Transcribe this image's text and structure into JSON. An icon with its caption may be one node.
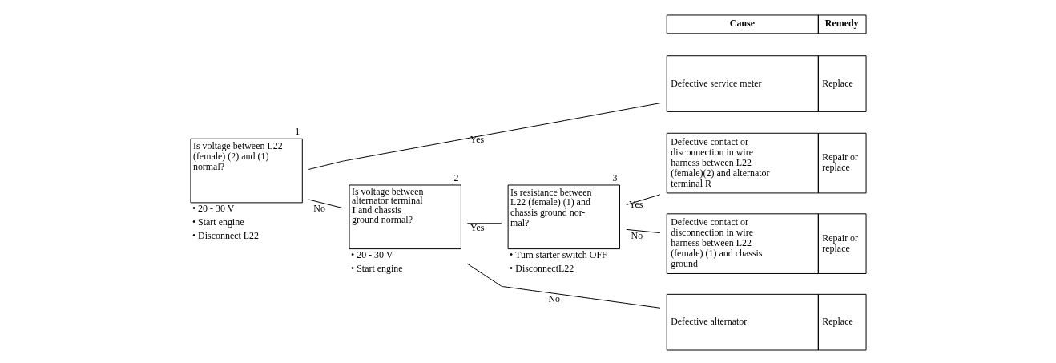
{
  "diagram": {
    "nodes": [
      {
        "text": [
          "Is voltage between L22 (female) (2) and (1) normal?"
        ],
        "beside": [
          "1",
          "• 20 - 30 V",
          "• Start engine",
          "• Disconnect L22"
        ]
      },
      {
        "text": [
          "Is voltage between alternator terminal **I** and chassis ground normal?"
        ],
        "beside": [
          "2",
          "• 20 - 30 V",
          "• Start engine"
        ]
      },
      {
        "text": [
          "Is resistance between L22 (female) (1) and chassis ground nor- mal?"
        ],
        "beside": [
          "3",
          "• Turn starter switch OFF",
          "• DisconnectL22"
        ]
      },
      {
        "text": [
          "Defective service meter",
          "Replace"
        ]
      },
      {
        "text": [
          "Defective contact or disconnection in wire harness between L22 (female)(2) and alternator terminal R",
          "Repair or replace"
        ]
      },
      {
        "text": [
          "Defective contact or disconnection in wire harness between L22 (female) (1) and chassis ground",
          "Repair or replace"
        ]
      },
      {
        "text": [
          "Defective alternator",
          "Replace"
        ]
      }
    ],
    "edges": [
      {
        "from": 0,
        "to": 3,
        "arrow": "none",
        "label": "Yes"
      },
      {
        "from": 0,
        "to": 1,
        "arrow": "none",
        "label": "No"
      },
      {
        "from": 1,
        "to": 2,
        "arrow": "none",
        "label": "Yes"
      },
      {
        "from": 2,
        "to": 4,
        "arrow": "none",
        "label": "Yes"
      },
      {
        "from": 2,
        "to": 5,
        "arrow": "none",
        "label": "No"
      },
      {
        "from": 1,
        "to": 6,
        "arrow": "none",
        "label": "No"
      }
    ],
    "labels": [
      "Cause",
      "Remedy"
    ]
  }
}
